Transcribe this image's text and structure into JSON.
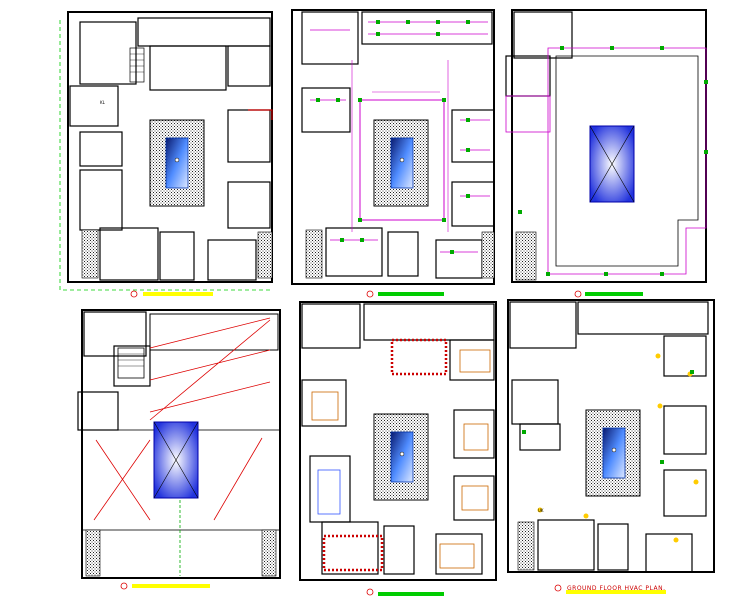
{
  "drawing": {
    "caption": "GROUND FLOOR HVAC PLAN.",
    "room_tag": "KL",
    "marker_tag": "UK",
    "palette": {
      "wall": "#000000",
      "hvac": "#cc00cc",
      "diffuser": "#00aa00",
      "pool": "#3366ff",
      "skylight": "#3344ee",
      "title_bar": "#ffff00",
      "title_underline": "#00cc00",
      "marker": "#dd0000",
      "furniture": "#cc6600",
      "light": "#ffcc00"
    }
  }
}
